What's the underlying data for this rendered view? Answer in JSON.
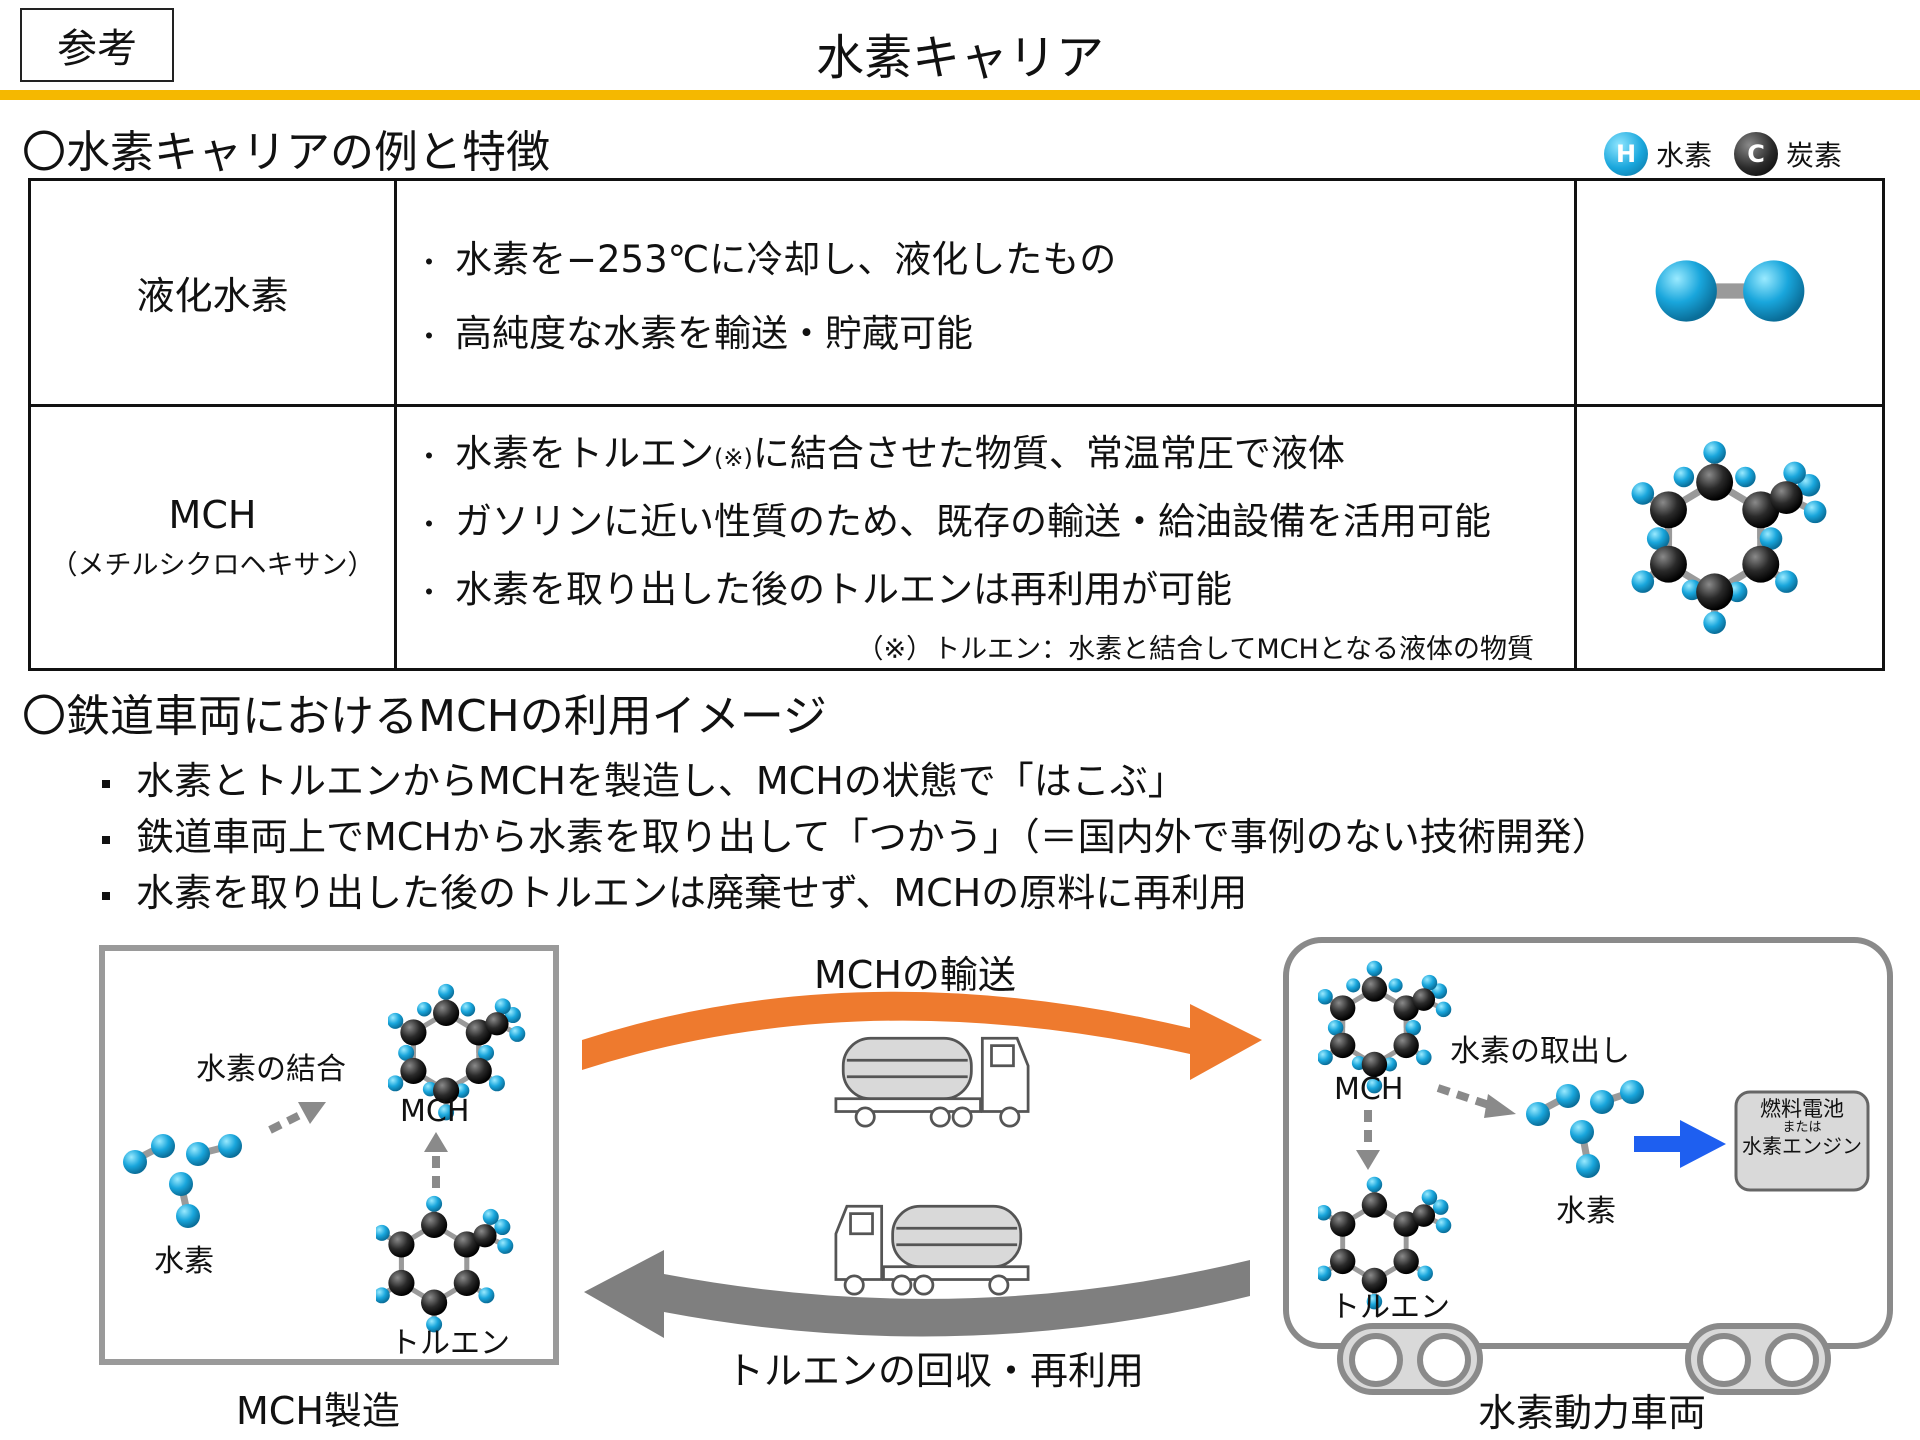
{
  "header": {
    "ref_label": "参考",
    "title": "水素キャリア"
  },
  "section1": {
    "title": "〇水素キャリアの例と特徴"
  },
  "legend": {
    "h_symbol": "H",
    "h_label": "水素",
    "c_symbol": "C",
    "c_label": "炭素"
  },
  "table": {
    "rows": [
      {
        "name": "液化水素",
        "sub": "",
        "lines": [
          "水素を−253℃に冷却し、液化したもの",
          "高純度な水素を輸送・貯蔵可能"
        ]
      },
      {
        "name": "MCH",
        "sub": "（メチルシクロヘキサン）",
        "line1_a": "水素をトルエン",
        "line1_note": "(※)",
        "line1_b": "に結合させた物質、常温常圧で液体",
        "lines": [
          "ガソリンに近い性質のため、既存の輸送・給油設備を活用可能",
          "水素を取り出した後のトルエンは再利用が可能"
        ],
        "footnote": "（※）トルエン：水素と結合してMCHとなる液体の物質"
      }
    ]
  },
  "section2": {
    "title": "〇鉄道車両におけるMCHの利用イメージ",
    "bullets": [
      "水素とトルエンからMCHを製造し、MCHの状態で「はこぶ」",
      "鉄道車両上でMCHから水素を取り出して「つかう」（＝国内外で事例のない技術開発）",
      "水素を取り出した後のトルエンは廃棄せず、MCHの原料に再利用"
    ]
  },
  "diagram": {
    "factory": {
      "caption": "MCH製造",
      "combine_label": "水素の結合",
      "hydrogen_label": "水素",
      "mch_label": "MCH",
      "toluene_label": "トルエン"
    },
    "transport_label": "MCHの輸送",
    "return_label": "トルエンの回収・再利用",
    "vehicle": {
      "caption": "水素動力車両",
      "mch_label": "MCH",
      "extract_label": "水素の取出し",
      "hydrogen_label": "水素",
      "toluene_label": "トルエン",
      "fc_line1": "燃料電池",
      "fc_line2": "または",
      "fc_line3": "水素エンジン"
    }
  },
  "colors": {
    "accent_rule": "#f5b800",
    "hydrogen": "#19a6dc",
    "carbon": "#222222",
    "transport_arrow": "#ee7a2e",
    "return_arrow": "#7f7f7f",
    "flow_arrow": "#1e5ff0"
  }
}
